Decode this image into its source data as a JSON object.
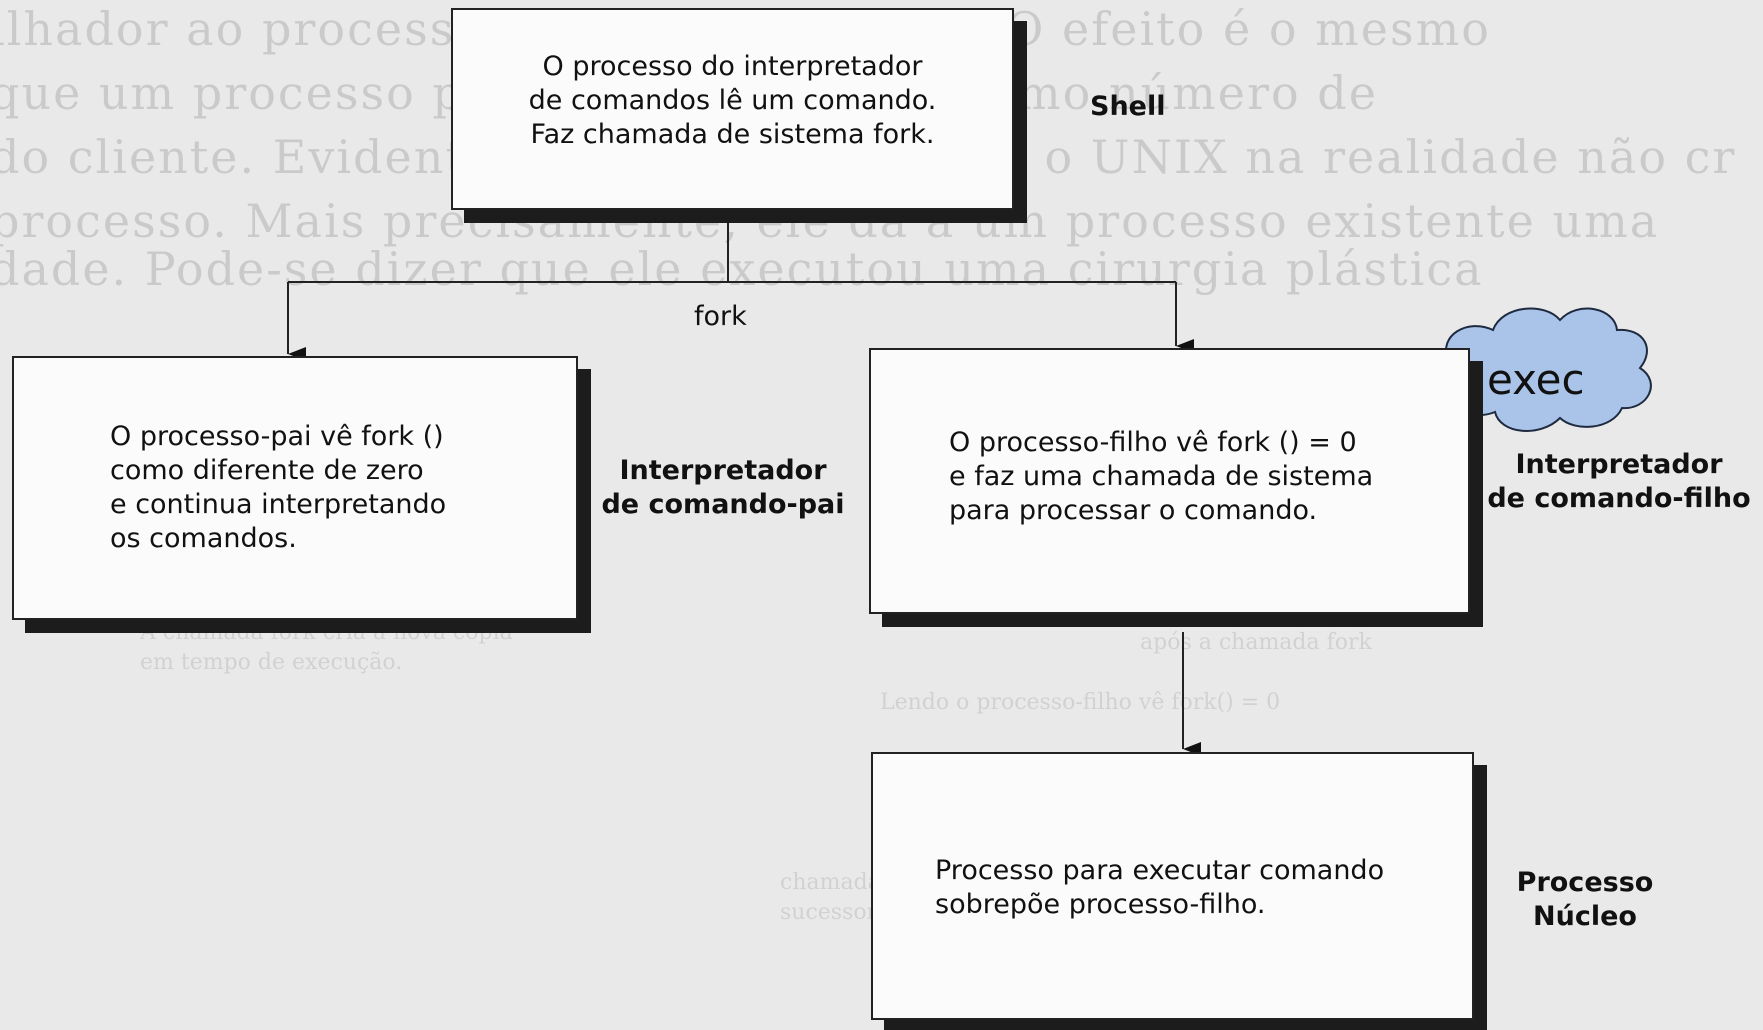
{
  "shell_box": {
    "lines": [
      "O processo do interpretador",
      "de comandos lê um comando.",
      "Faz chamada de sistema fork."
    ]
  },
  "shell_label": "Shell",
  "fork_label": "fork",
  "parent_box": {
    "lines": [
      "O processo-pai vê fork ()",
      "como diferente de zero",
      "e continua interpretando",
      "os comandos."
    ]
  },
  "parent_label": [
    "Interpretador",
    "de comando-pai"
  ],
  "child_box": {
    "lines": [
      "O processo-filho vê fork () = 0",
      "e faz uma chamada de sistema",
      "para processar o comando."
    ]
  },
  "child_label": [
    "Interpretador",
    "de comando-filho"
  ],
  "exec_cloud": "exec",
  "process_box": {
    "lines": [
      "Processo para executar comando",
      "sobrepõe processo-filho."
    ]
  },
  "process_label": [
    "Processo",
    "Núcleo"
  ],
  "colors": {
    "cloud_fill": "#a9c4e8",
    "cloud_stroke": "#1e2a40",
    "box_fill": "#fbfbfb",
    "shadow": "#1c1c1c"
  }
}
